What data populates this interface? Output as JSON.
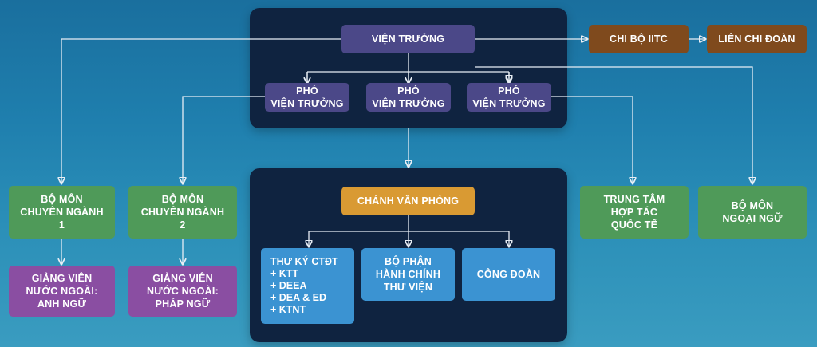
{
  "nodes": {
    "vien_truong": "VIỆN TRƯỞNG",
    "chi_bo": "CHI BỘ IITC",
    "lien_chi_doan": "LIÊN CHI ĐOÀN",
    "pho_1": "PHÓ\nVIỆN TRƯỞNG",
    "pho_2": "PHÓ\nVIỆN TRƯỞNG",
    "pho_3": "PHÓ\nVIỆN TRƯỞNG",
    "chanh_van_phong": "CHÁNH VĂN PHÒNG",
    "bo_mon_cn1": "BỘ MÔN\nCHUYÊN NGÀNH\n1",
    "bo_mon_cn2": "BỘ MÔN\nCHUYÊN NGÀNH\n2",
    "gv_anh": "GIẢNG VIÊN\nNƯỚC NGOÀI:\nANH NGỮ",
    "gv_phap": "GIẢNG VIÊN\nNƯỚC NGOÀI:\nPHÁP NGỮ",
    "trung_tam": "TRUNG TÂM\nHỢP TÁC\nQUỐC TẾ",
    "bo_mon_nn": "BỘ MÔN\nNGOẠI NGỮ",
    "bo_phan_hc": "BỘ PHẬN\nHÀNH CHÍNH\nTHƯ VIỆN",
    "cong_doan": "CÔNG ĐOÀN",
    "thu_ky": {
      "title": "THƯ KÝ CTĐT",
      "items": [
        "+ KTT",
        "+ DEEA",
        "+ DEA & ED",
        "+ KTNT"
      ]
    }
  },
  "colors": {
    "panel": "#0f2340",
    "leader": "#4b4888",
    "office": "#d99a33",
    "party": "#7f4a1d",
    "department": "#4f9a59",
    "lecturer": "#8a4ea2",
    "unit": "#3b93d2"
  }
}
